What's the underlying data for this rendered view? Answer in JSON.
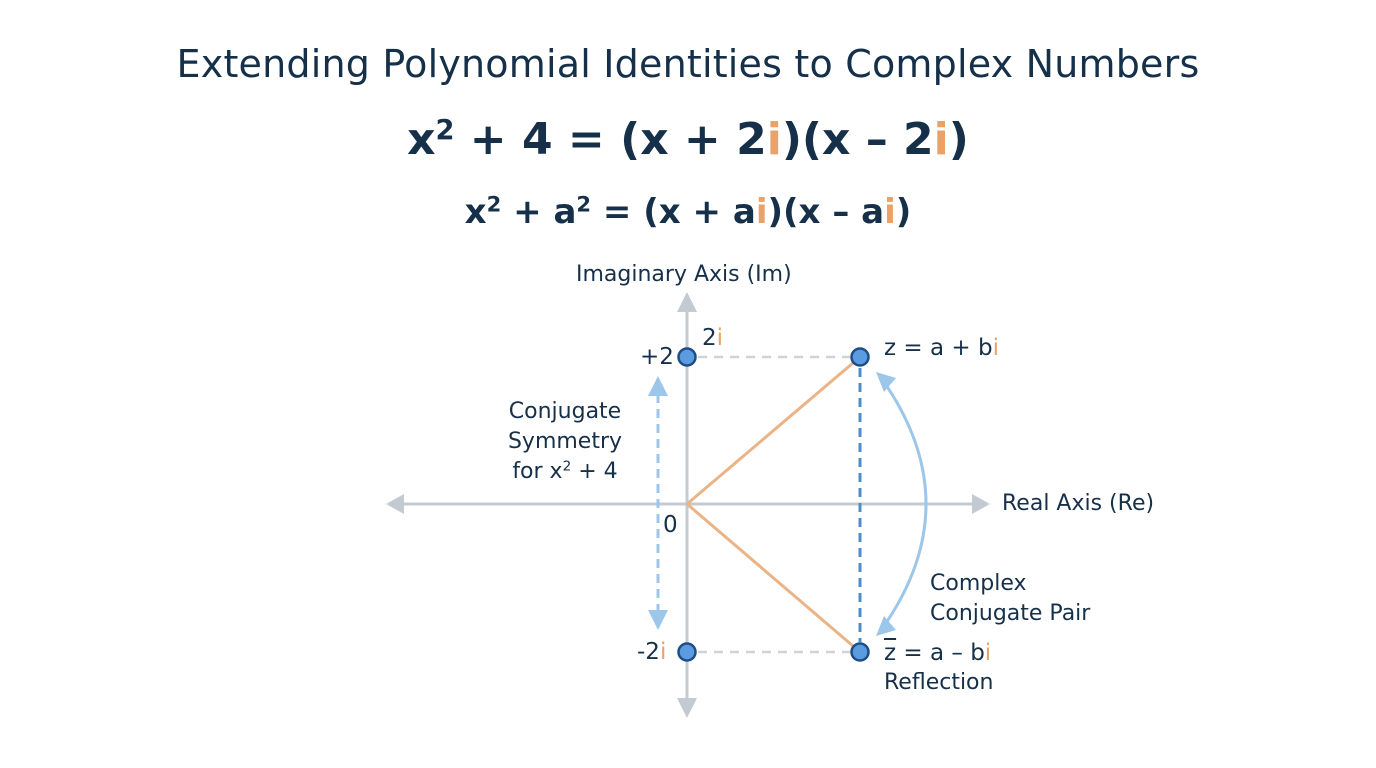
{
  "title": "Extending Polynomial Identities to Complex Numbers",
  "equations": {
    "main": {
      "lhs": "x",
      "exp": "2",
      "mid": " + 4 = (x + 2",
      "i1": "i",
      "mid2": ")(x – 2",
      "i2": "i",
      "end": ")"
    },
    "general": {
      "a": "x",
      "exp1": "2",
      "b": " + a",
      "exp2": "2",
      "c": " = (x + a",
      "i1": "i",
      "d": ")(x – a",
      "i2": "i",
      "e": ")"
    }
  },
  "diagram": {
    "imag_axis_label": "Imaginary Axis (Im)",
    "real_axis_label": "Real Axis (Re)",
    "origin_label": "0",
    "plus2_label": "+2",
    "two_i": {
      "num": "2",
      "i": "i"
    },
    "minus_two_i": {
      "num": "-2",
      "i": "i"
    },
    "z_label": {
      "text": "z = a + b",
      "i": "i"
    },
    "zbar_label": {
      "z": "z",
      "text": " = a – b",
      "i": "i"
    },
    "reflection_label": "Reflection",
    "conjugate_symmetry": {
      "line1": "Conjugate",
      "line2": "Symmetry",
      "line3a": "for x",
      "exp": "2",
      "line3b": " + 4"
    },
    "complex_pair": {
      "line1": "Complex",
      "line2": "Conjugate Pair"
    },
    "colors": {
      "text": "#16304a",
      "accent_i": "#e8a26a",
      "axis": "#c3cad2",
      "point_fill": "#5b9be0",
      "point_stroke": "#1f4e85",
      "vector": "#eab486",
      "conjugate_dash": "#4f8ccc",
      "arc": "#9cc6ea",
      "guide_dash": "#cfd3d8"
    }
  }
}
